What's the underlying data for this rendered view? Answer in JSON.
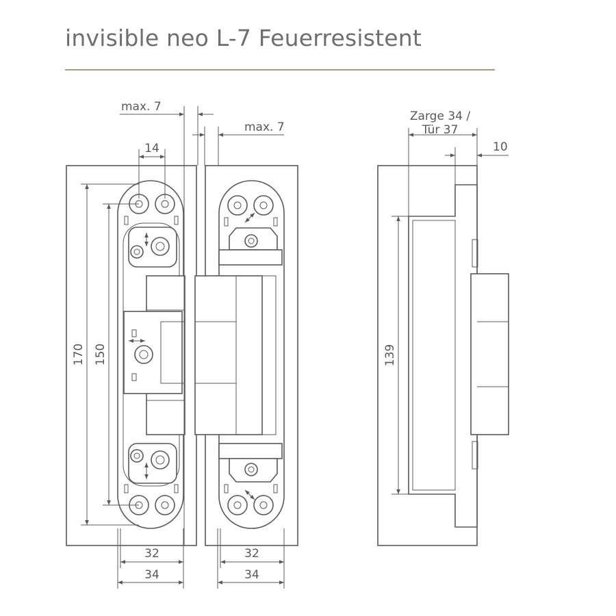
{
  "title": "invisible neo L-7 Feuerresistent",
  "dimensions": {
    "max7_left": "max. 7",
    "max7_right": "max. 7",
    "w14": "14",
    "h170": "170",
    "h150": "150",
    "w32_left": "32",
    "w34_left": "34",
    "w32_right": "32",
    "w34_right": "34",
    "zarge_line1": "Zarge 34 /",
    "zarge_line2": "Tür 37",
    "w10": "10",
    "h139": "139"
  },
  "colors": {
    "line": "#58585a",
    "title": "#6e6e70",
    "rule": "#a59a7c"
  }
}
